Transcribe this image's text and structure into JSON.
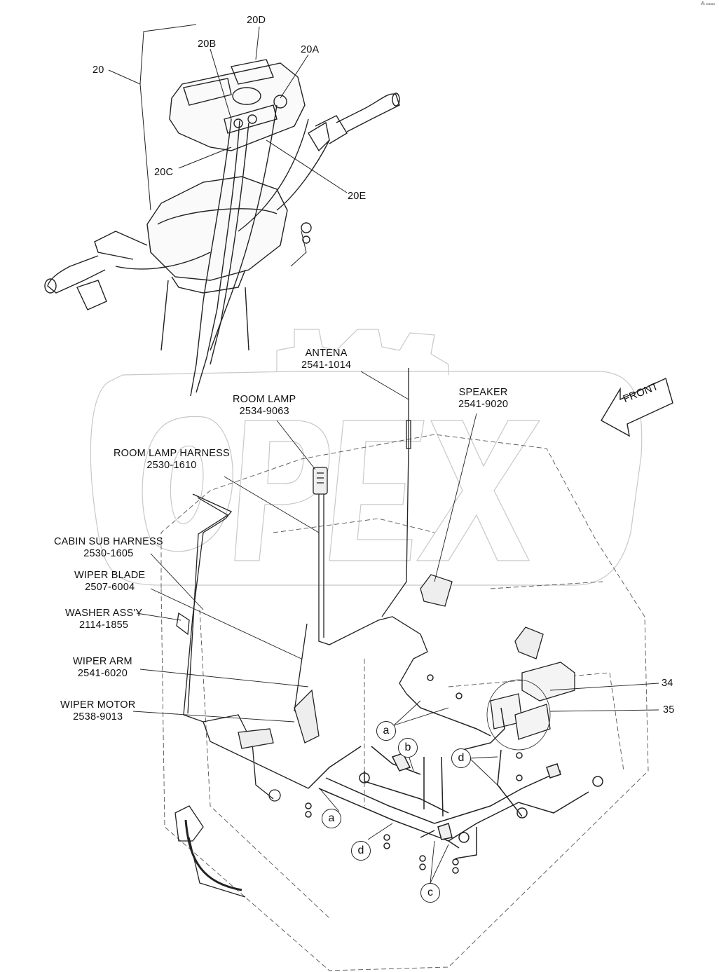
{
  "corner_mark": "⁂ ▫▫▫",
  "watermark": "OPEX",
  "front_arrow": "FRONT",
  "callouts_top": {
    "c20": "20",
    "c20a": "20A",
    "c20b": "20B",
    "c20c": "20C",
    "c20d": "20D",
    "c20e": "20E"
  },
  "parts": {
    "antena": {
      "name": "ANTENA",
      "pn": "2541-1014"
    },
    "speaker": {
      "name": "SPEAKER",
      "pn": "2541-9020"
    },
    "room_lamp": {
      "name": "ROOM LAMP",
      "pn": "2534-9063"
    },
    "room_lamp_harness": {
      "name": "ROOM LAMP HARNESS",
      "pn": "2530-1610"
    },
    "cabin_sub_harness": {
      "name": "CABIN SUB HARNESS",
      "pn": "2530-1605"
    },
    "wiper_blade": {
      "name": "WIPER BLADE",
      "pn": "2507-6004"
    },
    "washer": {
      "name": "WASHER ASS'Y",
      "pn": "2114-1855"
    },
    "wiper_arm": {
      "name": "WIPER ARM",
      "pn": "2541-6020"
    },
    "wiper_motor": {
      "name": "WIPER MOTOR",
      "pn": "2538-9013"
    }
  },
  "callouts_right": {
    "c34": "34",
    "c35": "35"
  },
  "letters": {
    "a1": "a",
    "a2": "a",
    "b": "b",
    "c": "c",
    "d1": "d",
    "d2": "d"
  }
}
